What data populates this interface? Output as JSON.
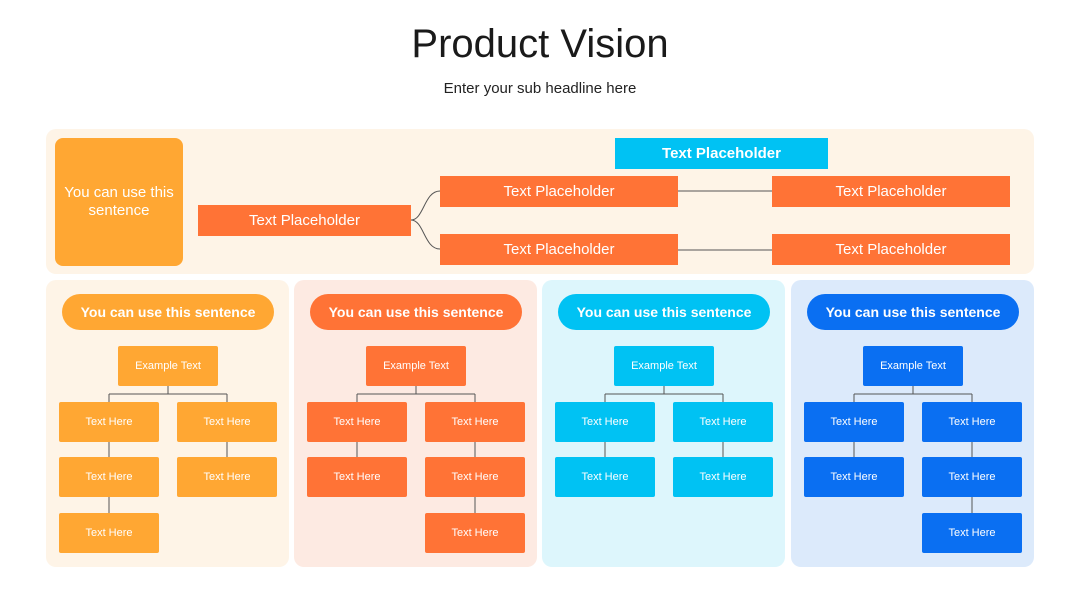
{
  "header": {
    "title": "Product Vision",
    "subtitle": "Enter your sub headline here"
  },
  "colors": {
    "orange": "#FFA733",
    "red_orange": "#FF7336",
    "cyan": "#00C2F3",
    "blue": "#0A6FF2",
    "panel_orange": "#FEF4E7",
    "panel_red": "#FDEAE2",
    "panel_cyan": "#DDF6FC",
    "panel_blue": "#DCEAFB"
  },
  "top": {
    "side_box": "You can use this sentence",
    "root": "Text Placeholder",
    "top_label": "Text Placeholder",
    "branch_1": "Text Placeholder",
    "branch_2": "Text Placeholder",
    "leaf_1": "Text Placeholder",
    "leaf_2": "Text Placeholder"
  },
  "columns": [
    {
      "heading": "You can use this sentence",
      "root": "Example Text",
      "left": [
        "Text Here",
        "Text Here",
        "Text Here"
      ],
      "right": [
        "Text Here",
        "Text Here"
      ]
    },
    {
      "heading": "You can use this sentence",
      "root": "Example Text",
      "left": [
        "Text Here",
        "Text Here"
      ],
      "right": [
        "Text Here",
        "Text Here",
        "Text Here"
      ]
    },
    {
      "heading": "You can use this sentence",
      "root": "Example Text",
      "left": [
        "Text Here",
        "Text Here"
      ],
      "right": [
        "Text Here",
        "Text Here"
      ]
    },
    {
      "heading": "You can use this sentence",
      "root": "Example Text",
      "left": [
        "Text Here",
        "Text Here"
      ],
      "right": [
        "Text Here",
        "Text Here",
        "Text Here"
      ]
    }
  ]
}
